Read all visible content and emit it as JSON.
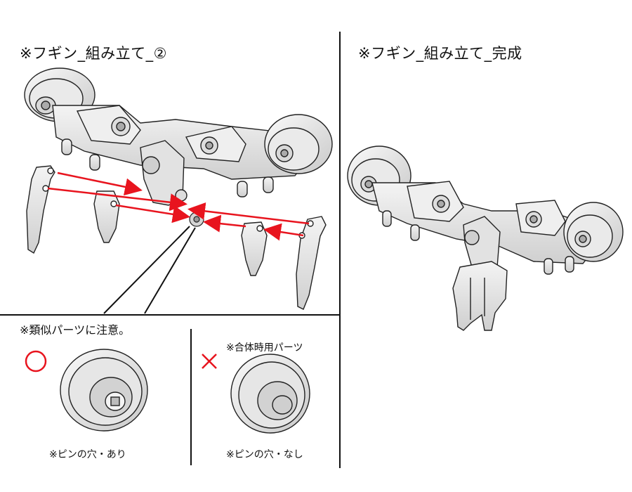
{
  "headings": {
    "step2": "※フギン_組み立て_②",
    "complete": "※フギン_組み立て_完成"
  },
  "warning": {
    "similar_parts": "※類似パーツに注意。",
    "combine_part": "※合体時用パーツ"
  },
  "parts": {
    "correct_caption": "※ピンの穴・あり",
    "wrong_caption": "※ピンの穴・なし"
  },
  "colors": {
    "arrow": "#e8141e",
    "correct_mark": "#e8141e",
    "wrong_mark": "#e8141e",
    "divider": "#111111"
  },
  "icons": {
    "correct_mark": "circle-mark-icon",
    "wrong_mark": "cross-mark-icon"
  }
}
